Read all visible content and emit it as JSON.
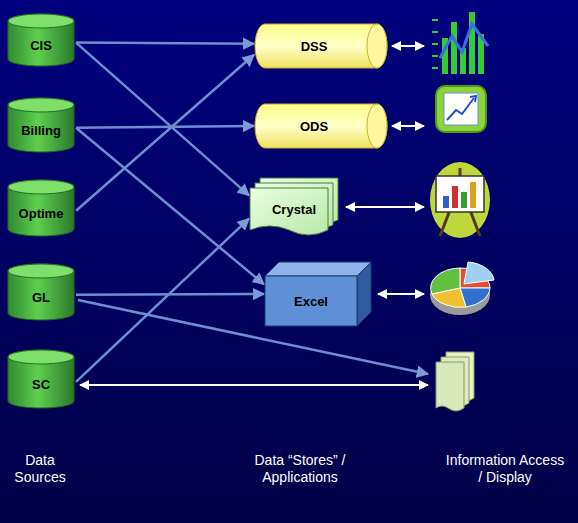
{
  "diagram": {
    "nodes": [
      {
        "text": [
          "CIS"
        ]
      },
      {
        "text": [
          "Billing"
        ]
      },
      {
        "text": [
          "Optime"
        ]
      },
      {
        "text": [
          "GL"
        ]
      },
      {
        "text": [
          "SC"
        ]
      },
      {
        "text": [
          "DSS"
        ]
      },
      {
        "text": [
          "ODS"
        ]
      },
      {
        "text": [
          "Crystal"
        ]
      },
      {
        "text": [
          "Excel"
        ]
      }
    ],
    "edges": [
      {
        "from": 0,
        "to": 5,
        "arrow": "to"
      },
      {
        "from": 0,
        "to": 7,
        "arrow": "to"
      },
      {
        "from": 1,
        "to": 6,
        "arrow": "to"
      },
      {
        "from": 1,
        "to": 8,
        "arrow": "to"
      },
      {
        "from": 2,
        "to": 5,
        "arrow": "to"
      },
      {
        "from": 3,
        "to": 8,
        "arrow": "to"
      },
      {
        "from": 4,
        "to": 7,
        "arrow": "to"
      }
    ],
    "labels": [
      "Data Sources",
      "Data “Stores” / Applications",
      "Information Access / Display"
    ]
  }
}
